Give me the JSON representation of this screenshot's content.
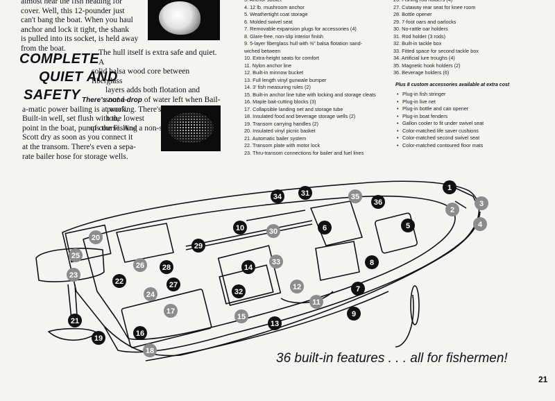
{
  "intro": {
    "line1": "almost hear the fish heading for",
    "line2": "cover. Well, this 12-pounder just",
    "line3": "can't bang the boat. When you haul",
    "line4": "anchor and lock it tight, the shank",
    "line5": "is pulled into its socket, is held away",
    "line6": "from the boat."
  },
  "headline": {
    "line1": "COMPLETE",
    "line2": "QUIET AND",
    "line3": "SAFETY"
  },
  "hull": {
    "line1": "The hull itself is extra safe and quiet. A",
    "line2": "solid balsa wood core between fiberglass",
    "line3": "layers adds both flotation and sound-",
    "line4": "proofing. There's foam flotation, too,",
    "line5": "of course. And a non-slip interior."
  },
  "bail": {
    "lead": "There's not a drop",
    "lead_rest": "of water left when Bail-",
    "line2": "a-matic power bailing is at work.",
    "line3": "Built-in well, set flush with the lowest",
    "line4": "point in the boat, pumps the Fishing",
    "line5": "Scott dry as soon as you connect it",
    "line6": "at the transom. There's even a sepa-",
    "line7": "rate bailer hose for storage wells."
  },
  "features_col1": [
    "3. Anchor socket",
    "4. 12 lb. mushroom anchor",
    "5. Weathertight coat storage",
    "6. Molded swivel seat",
    "7. Removable expansion plugs for accessories (4)",
    "8. Glare-free, non-slip interior finish",
    "9. 5-layer fiberglass hull with ⅜\" balsa flotation sand-",
    "wiched between",
    "10. Extra-height seats for comfort",
    "11. Nylon anchor line",
    "12. Built-in minnow bucket",
    "13. Full length vinyl gunwale bumper",
    "14. 3' fish measuring rules (2)",
    "15. Built-in anchor line tube with locking and storage cleats",
    "16. Maple bait-cutting blocks (3)",
    "17. Collapsible landing net and storage tube",
    "18. Insulated food and beverage storage wells (2)",
    "19. Transom carrying handles (2)",
    "20. Insulated vinyl picnic basket",
    "21. Automatic bailer system",
    "22. Transom plate with motor lock",
    "23. Thru-transom connections for bailer and fuel lines"
  ],
  "features_col2": [
    "26. Fishing rod holders (4)",
    "27. Cutaway rear seat for knee room",
    "28. Bottle opener",
    "29. 7-foot oars and oarlocks",
    "30. No-rattle oar holders",
    "31. Rod holder (3 rods)",
    "32. Built-in tackle box",
    "33. Fitted space for second tackle box",
    "34. Artificial lure troughs (4)",
    "35. Magnetic hook holders (2)",
    "36. Beverage holders (6)"
  ],
  "accessories": {
    "header": "Plus 8 custom accessories available at extra cost",
    "items": [
      "Plug-in fish stringer",
      "Plug-in live net",
      "Plug-in bottle and can opener",
      "Plug-in boat fenders",
      "Gallon cooler to fit under swivel seat",
      "Color-matched life saver cushions",
      "Color-matched second swivel seat",
      "Color-matched contoured floor mats"
    ]
  },
  "callouts": [
    "1",
    "2",
    "3",
    "4",
    "5",
    "6",
    "7",
    "8",
    "9",
    "10",
    "11",
    "12",
    "13",
    "14",
    "15",
    "16",
    "17",
    "18",
    "19",
    "20",
    "21",
    "22",
    "23",
    "24",
    "25",
    "26",
    "27",
    "28",
    "29",
    "30",
    "31",
    "32",
    "33",
    "34",
    "35",
    "36"
  ],
  "tagline": "36 built-in features . . . all for fishermen!",
  "page_number": "21"
}
